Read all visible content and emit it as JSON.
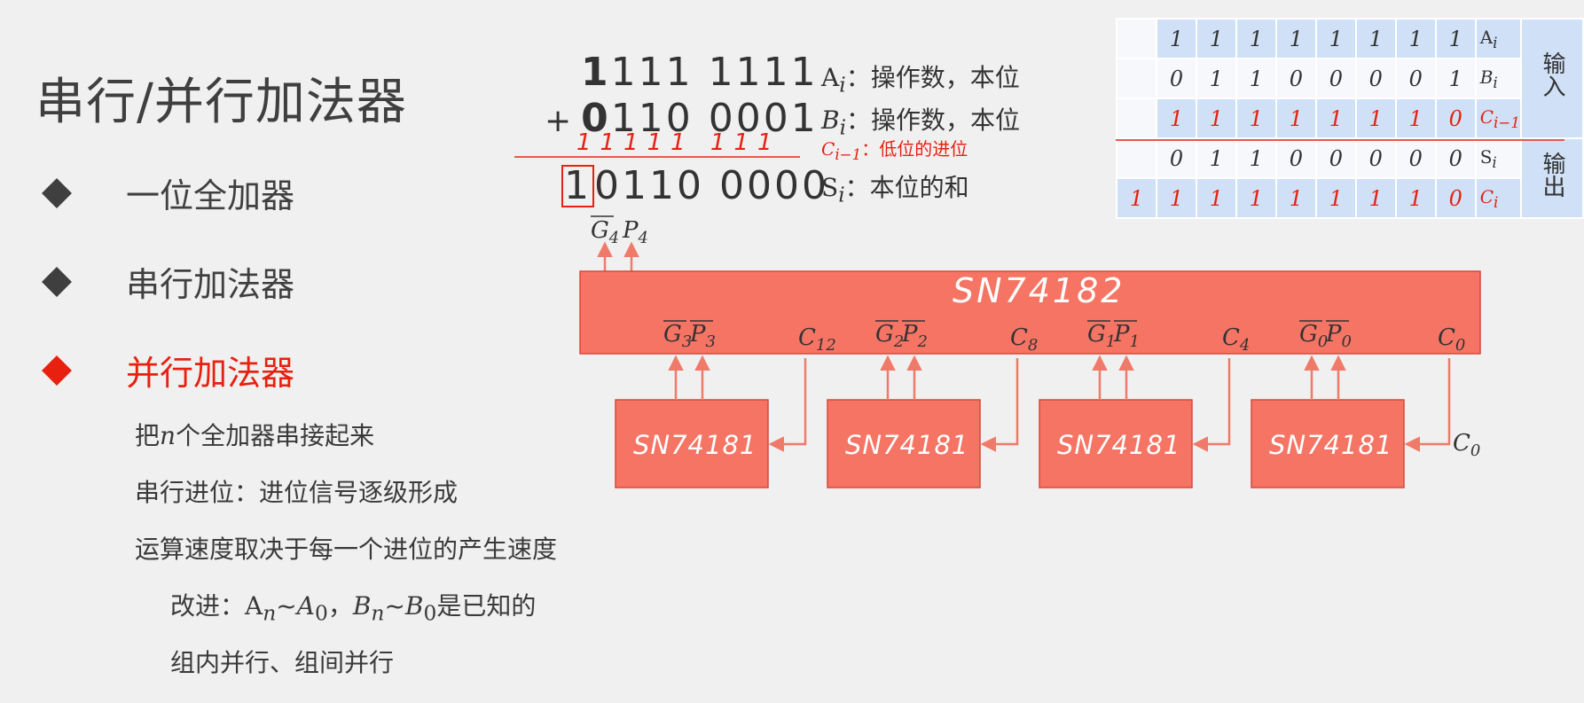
{
  "title": "串行/并行加法器",
  "bullets": [
    {
      "label": "一位全加器",
      "active": false
    },
    {
      "label": "串行加法器",
      "active": false
    },
    {
      "label": "并行加法器",
      "active": true
    }
  ],
  "subpoints": {
    "p1_pre": "把",
    "p1_var": "n",
    "p1_post": "个全加器串接起来",
    "p2": "串行进位：进位信号逐级形成",
    "p3": "运算速度取决于每一个进位的产生速度",
    "p4_pre": "改进：",
    "p4_a": "A",
    "p4_n1": "n",
    "p4_tilde1": "~",
    "p4_a0": "A",
    "p4_0a": "0",
    "p4_comma": "，",
    "p4_b": "B",
    "p4_n2": "n",
    "p4_tilde2": "~",
    "p4_b0": "B",
    "p4_0b": "0",
    "p4_post": "是已知的",
    "p5": "组内并行、组间并行"
  },
  "addition": {
    "a_first": "1",
    "a_rest": "111  1111",
    "plus": "+",
    "b_first": "0",
    "b_rest": "110  0001",
    "carries": "11111  111",
    "s_first": "1",
    "s_rest": "0110  0000",
    "a_label_sym": "A",
    "a_label_sub": "i",
    "a_label_text": "：操作数，本位",
    "b_label_sym": "B",
    "b_label_sub": "i",
    "b_label_text": "：操作数，本位",
    "c_label_sym": "C",
    "c_label_sub": "i−1",
    "c_label_text": "：低位的进位",
    "s_label_sym": "S",
    "s_label_sub": "i",
    "s_label_text": "：本位的和"
  },
  "truth_table": {
    "rows": [
      {
        "cells": [
          "",
          "1",
          "1",
          "1",
          "1",
          "1",
          "1",
          "1",
          "1"
        ],
        "label": "A",
        "sub": "i",
        "red": false,
        "bg": "blue"
      },
      {
        "cells": [
          "",
          "0",
          "1",
          "1",
          "0",
          "0",
          "0",
          "0",
          "1"
        ],
        "label": "B",
        "sub": "i",
        "red": false,
        "bg": "white"
      },
      {
        "cells": [
          "",
          "1",
          "1",
          "1",
          "1",
          "1",
          "1",
          "1",
          "0"
        ],
        "label": "C",
        "sub": "i−1",
        "red": true,
        "bg": "blue"
      },
      {
        "cells": [
          "",
          "0",
          "1",
          "1",
          "0",
          "0",
          "0",
          "0",
          "0"
        ],
        "label": "S",
        "sub": "i",
        "red": false,
        "bg": "white"
      },
      {
        "cells": [
          "1",
          "1",
          "1",
          "1",
          "1",
          "1",
          "1",
          "1",
          "0"
        ],
        "label": "C",
        "sub": "i",
        "red": true,
        "bg": "blue"
      }
    ],
    "input_label": "输入",
    "output_label": "输出"
  },
  "circuit": {
    "big_chip": "SN74182",
    "small_chip": "SN74181",
    "g4": "G",
    "g4_sub": "4",
    "p4": "P",
    "p4_sub": "4",
    "groups": [
      {
        "g": "G",
        "g_sub": "3",
        "p": "P",
        "p_sub": "3",
        "c": "C",
        "c_sub": "12"
      },
      {
        "g": "G",
        "g_sub": "2",
        "p": "P",
        "p_sub": "2",
        "c": "C",
        "c_sub": "8"
      },
      {
        "g": "G",
        "g_sub": "1",
        "p": "P",
        "p_sub": "1",
        "c": "C",
        "c_sub": "4"
      },
      {
        "g": "G",
        "g_sub": "0",
        "p": "P",
        "p_sub": "0",
        "c": "C",
        "c_sub": "0"
      }
    ],
    "c0_in": "C",
    "c0_in_sub": "0"
  },
  "colors": {
    "chip_fill": "#f67464",
    "chip_stroke": "#d9483a",
    "wire": "#f07a6a",
    "accent_red": "#e8200f",
    "table_blue": "#cfe0f7"
  }
}
